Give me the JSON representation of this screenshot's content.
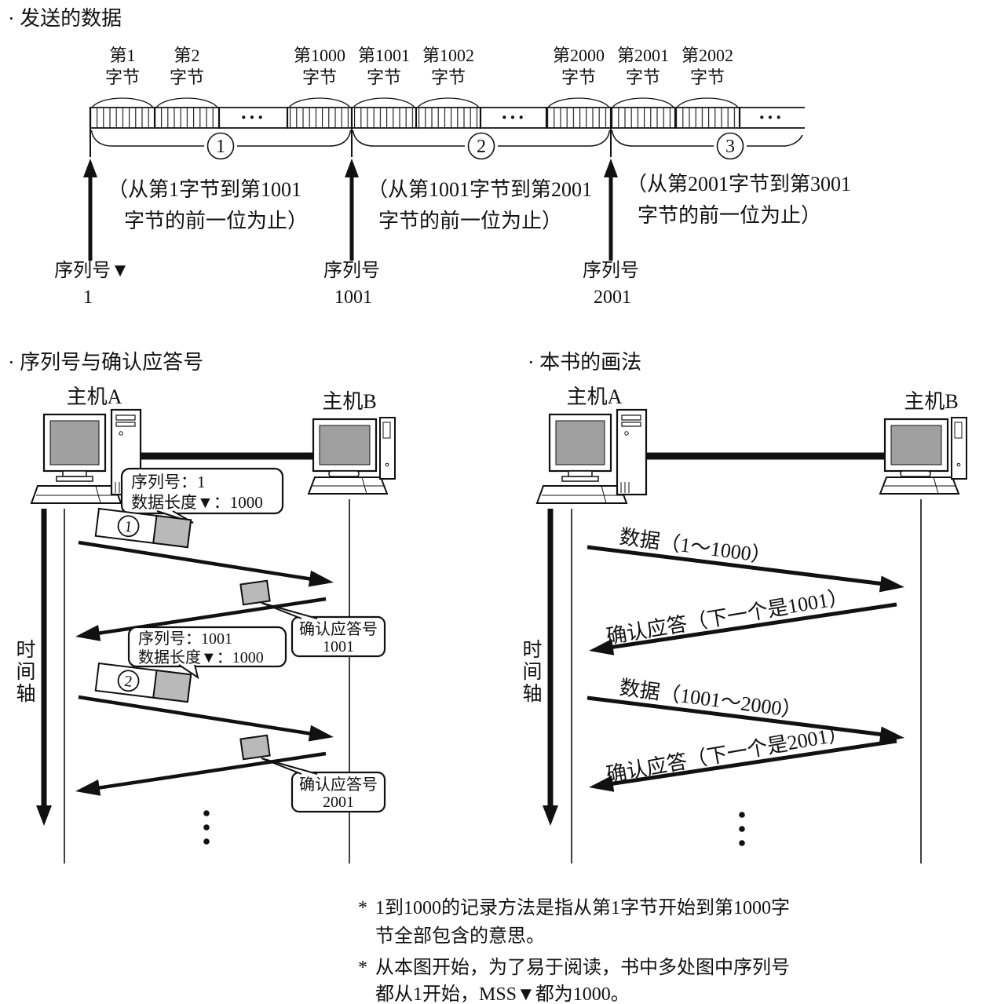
{
  "top": {
    "title": "· 发送的数据",
    "byte_labels": [
      {
        "num": "第1",
        "unit": "字节"
      },
      {
        "num": "第2",
        "unit": "字节"
      },
      {
        "num": "第1000",
        "unit": "字节"
      },
      {
        "num": "第1001",
        "unit": "字节"
      },
      {
        "num": "第1002",
        "unit": "字节"
      },
      {
        "num": "第2000",
        "unit": "字节"
      },
      {
        "num": "第2001",
        "unit": "字节"
      },
      {
        "num": "第2002",
        "unit": "字节"
      }
    ],
    "gap_dots": "···",
    "segments": [
      {
        "num": "1"
      },
      {
        "num": "2"
      },
      {
        "num": "3"
      }
    ],
    "seq_markers": [
      {
        "note_line1": "（从第1字节到第1001",
        "note_line2": "字节的前一位为止）",
        "label": "序列号▼",
        "value": "1"
      },
      {
        "note_line1": "（从第1001字节到第2001",
        "note_line2": "字节的前一位为止）",
        "label": "序列号",
        "value": "1001"
      },
      {
        "note_line1": "（从第2001字节到第3001",
        "note_line2": "字节的前一位为止）",
        "label": "序列号",
        "value": "2001"
      }
    ]
  },
  "left_diagram": {
    "title": "· 序列号与确认应答号",
    "host_a": "主机A",
    "host_b": "主机B",
    "time_axis": {
      "chars": [
        "时",
        "间",
        "轴"
      ]
    },
    "exchanges": [
      {
        "callout_line1": "序列号：1",
        "callout_line2": "数据长度▼：1000",
        "packet_num": "1",
        "ack_line1": "确认应答号",
        "ack_line2": "1001"
      },
      {
        "callout_line1": "序列号：1001",
        "callout_line2": "数据长度▼：1000",
        "packet_num": "2",
        "ack_line1": "确认应答号",
        "ack_line2": "2001"
      }
    ]
  },
  "right_diagram": {
    "title": "· 本书的画法",
    "host_a": "主机A",
    "host_b": "主机B",
    "time_axis": {
      "chars": [
        "时",
        "间",
        "轴"
      ]
    },
    "messages": [
      {
        "text": "数据（1～1000）"
      },
      {
        "text": "确认应答（下一个是1001）"
      },
      {
        "text": "数据（1001～2000）"
      },
      {
        "text": "确认应答（下一个是2001）"
      }
    ]
  },
  "footnotes": [
    {
      "marker": "*",
      "line1": "1到1000的记录方法是指从第1字节开始到第1000字",
      "line2": "节全部包含的意思。"
    },
    {
      "marker": "*",
      "line1": "从本图开始，为了易于阅读，书中多处图中序列号",
      "line2": "都从1开始，MSS▼都为1000。"
    }
  ],
  "colors": {
    "packet_gray": "#b9b9b9",
    "screen_gray": "#a0a0a0",
    "ink": "#111111"
  }
}
